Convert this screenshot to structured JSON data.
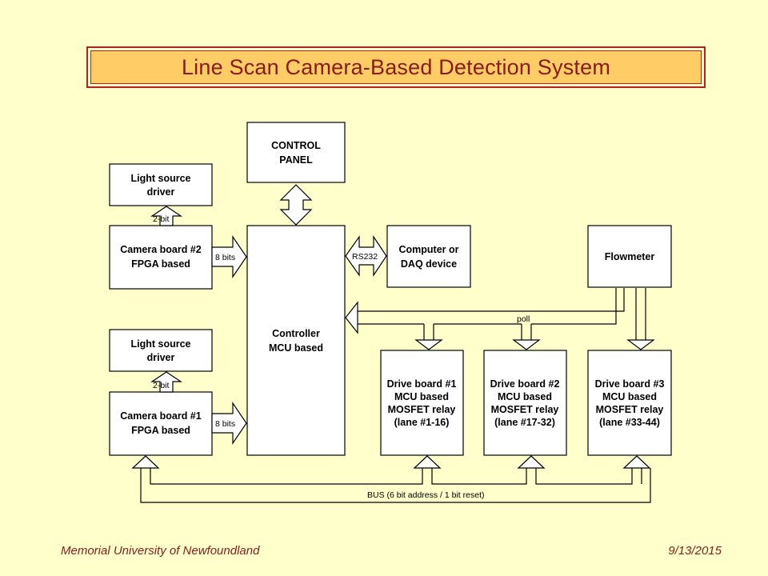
{
  "colors": {
    "background": "#ffffcc",
    "title_fill": "#ffcc66",
    "title_border": "#b22222",
    "title_text": "#8b1a1a",
    "footer_text": "#8b1a1a"
  },
  "slide": {
    "title": "Line Scan Camera-Based Detection System",
    "footer_left": "Memorial University of Newfoundland",
    "footer_right": "9/13/2015"
  },
  "diagram": {
    "control_panel": [
      "CONTROL",
      "PANEL"
    ],
    "light_source_top": [
      "Light source",
      "driver"
    ],
    "camera_board_2": [
      "Camera board #2",
      "FPGA based"
    ],
    "light_source_bottom": [
      "Light source",
      "driver"
    ],
    "camera_board_1": [
      "Camera board #1",
      "FPGA based"
    ],
    "controller": [
      "Controller",
      "MCU based"
    ],
    "computer": [
      "Computer or",
      "DAQ device"
    ],
    "flowmeter": [
      "Flowmeter"
    ],
    "drive_board_1": [
      "Drive board #1",
      "MCU based",
      "MOSFET relay",
      "(lane #1-16)"
    ],
    "drive_board_2": [
      "Drive board #2",
      "MCU based",
      "MOSFET relay",
      "(lane #17-32)"
    ],
    "drive_board_3": [
      "Drive board #3",
      "MCU based",
      "MOSFET relay",
      "(lane #33-44)"
    ],
    "labels": {
      "two_bit_top": "2-bit",
      "two_bit_bottom": "2-bit",
      "eight_bits_top": "8 bits",
      "eight_bits_bottom": "8 bits",
      "rs232": "RS232",
      "poll": "poll",
      "bus": "BUS (6 bit address / 1 bit reset)"
    }
  }
}
